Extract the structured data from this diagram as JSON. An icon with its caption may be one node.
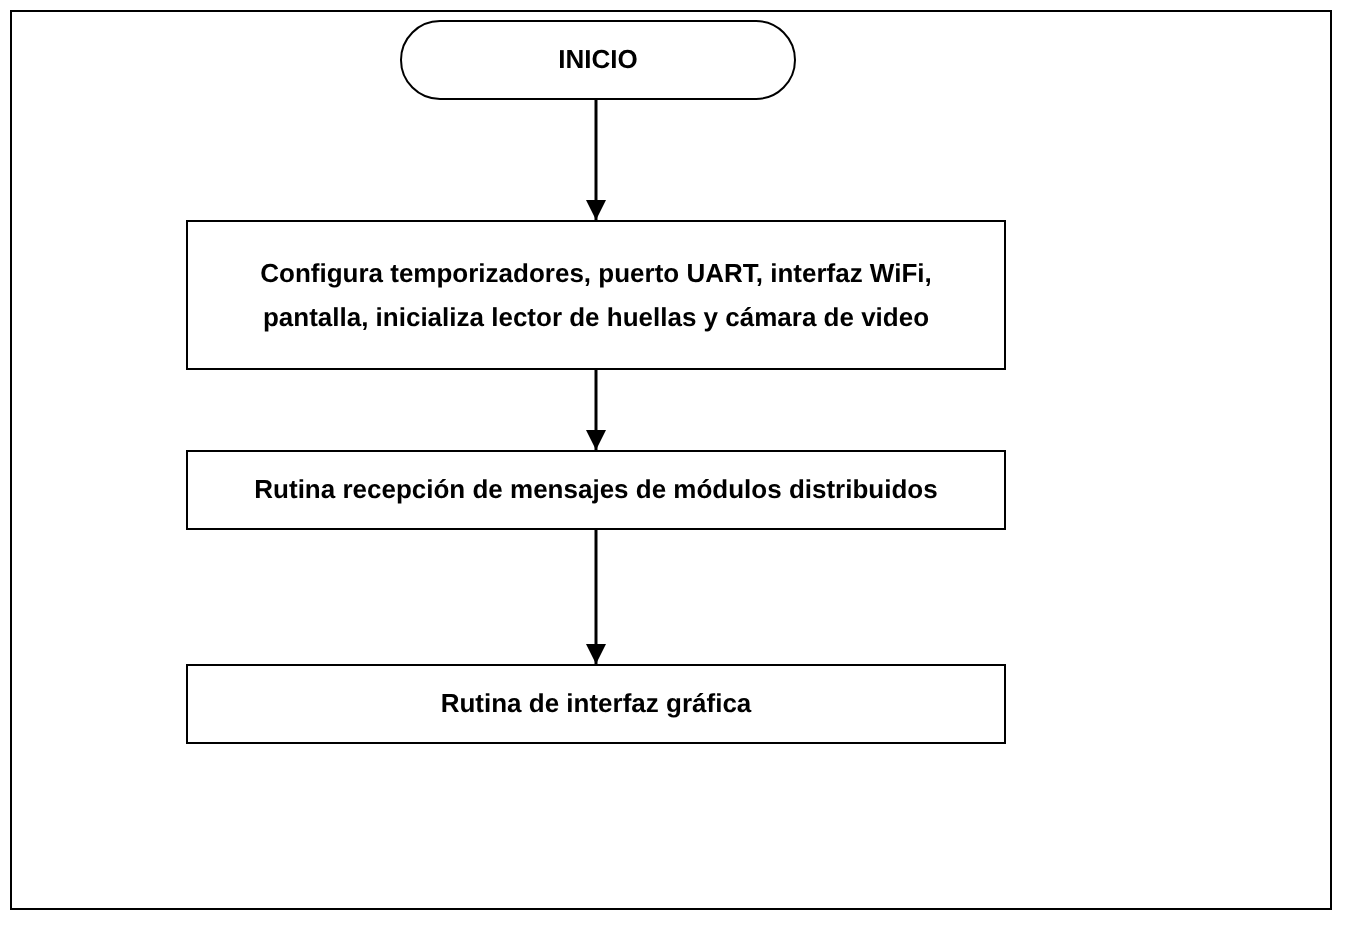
{
  "diagram": {
    "nodes": [
      {
        "text": [
          "INICIO"
        ]
      },
      {
        "text": [
          "Configura temporizadores, puerto UART, interfaz WiFi, pantalla, inicializa lector de huellas y cámara de video"
        ]
      },
      {
        "text": [
          "Rutina recepción de mensajes de módulos distribuidos"
        ]
      },
      {
        "text": [
          "Rutina de interfaz gráfica"
        ]
      }
    ],
    "edges": [
      {
        "from": 0,
        "to": 1,
        "arrow": "to"
      },
      {
        "from": 1,
        "to": 2,
        "arrow": "to"
      },
      {
        "from": 2,
        "to": 3,
        "arrow": "to"
      }
    ]
  }
}
